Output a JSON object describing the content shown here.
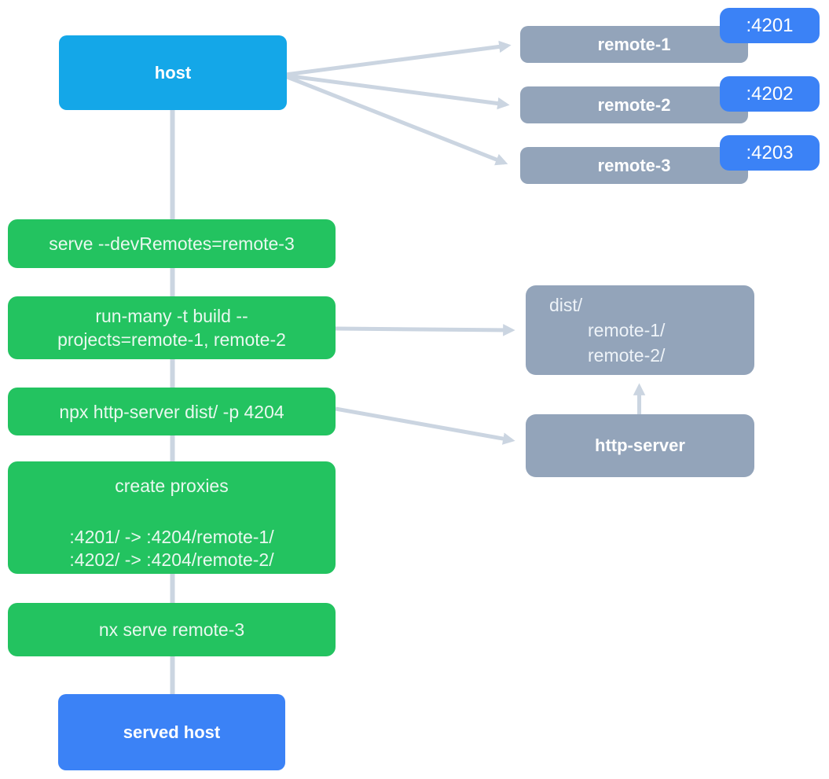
{
  "colors": {
    "host_blue": "#14a7e8",
    "accent_blue": "#3b82f6",
    "node_gray": "#93a4ba",
    "step_green": "#23c360",
    "line_gray": "#cbd5e1"
  },
  "host": {
    "label": "host"
  },
  "remotes": [
    {
      "label": "remote-1",
      "port": ":4201"
    },
    {
      "label": "remote-2",
      "port": ":4202"
    },
    {
      "label": "remote-3",
      "port": ":4203"
    }
  ],
  "steps": [
    {
      "label": "serve --devRemotes=remote-3"
    },
    {
      "line1": "run-many -t build --",
      "line2": "projects=remote-1, remote-2"
    },
    {
      "label": "npx http-server dist/ -p 4204"
    },
    {
      "title": "create proxies",
      "map1": ":4201/ -> :4204/remote-1/",
      "map2": ":4202/ -> :4204/remote-2/"
    },
    {
      "label": "nx serve remote-3"
    }
  ],
  "dist": {
    "root": "dist/",
    "entry1": "remote-1/",
    "entry2": "remote-2/"
  },
  "http_server": {
    "label": "http-server"
  },
  "served_host": {
    "label": "served host"
  }
}
